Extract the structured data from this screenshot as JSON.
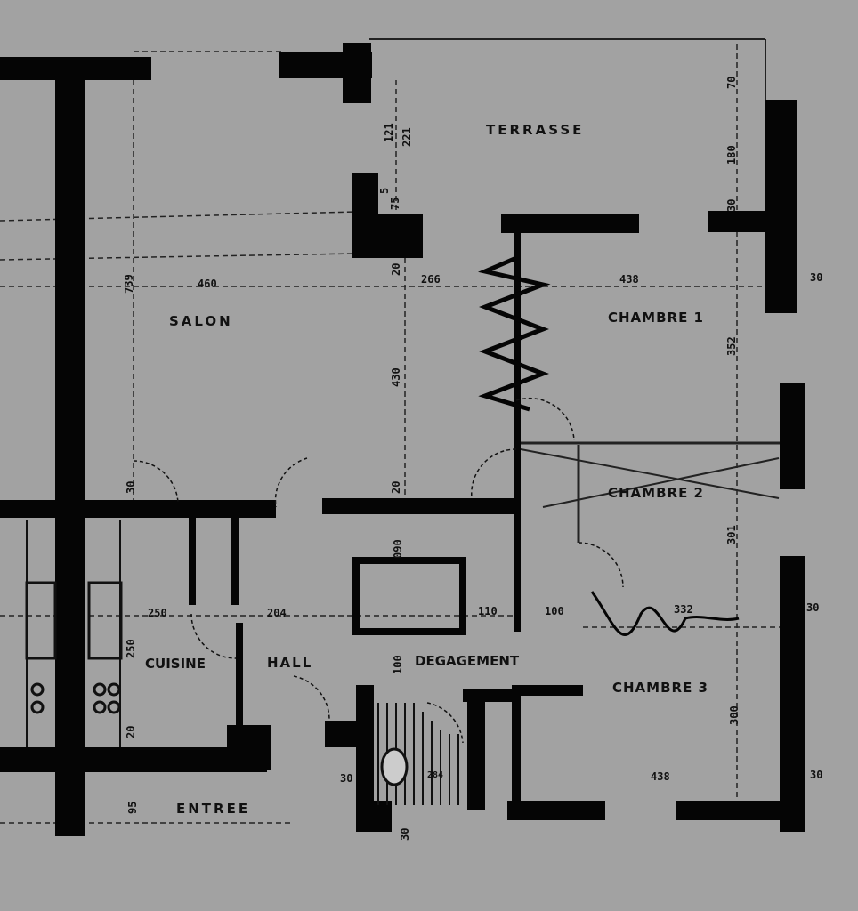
{
  "rooms": {
    "terrasse": "TERRASSE",
    "salon": "SALON",
    "chambre1": "CHAMBRE 1",
    "chambre2": "CHAMBRE 2",
    "chambre3": "CHAMBRE 3",
    "cuisine": "CUISINE",
    "hall": "HALL",
    "degagement": "DEGAGEMENT",
    "entree": "ENTREE"
  },
  "dimensions": {
    "salon_width": "460",
    "salon_height_left": "739",
    "salon_height": "430",
    "passage": "266",
    "chambre1_width": "438",
    "chambre1_height": "352",
    "terrasse_a": "70",
    "terrasse_b": "180",
    "terrasse_c": "30",
    "step_a": "121",
    "step_b": "221",
    "step_c": "5",
    "step_d": "75",
    "wall_a": "20",
    "wall_b": "20",
    "wall_c": "30",
    "right_wall_1": "30",
    "right_wall_2": "30",
    "right_wall_3": "30",
    "chambre2_height": "301",
    "chambre3_width": "332",
    "chambre3_height": "300",
    "chambre3_bottom": "438",
    "deg_a": "100",
    "deg_b": "110",
    "deg_c": "100",
    "deg_d": "090",
    "hall_width": "204",
    "cuisine_width": "250",
    "cuisine_height": "250",
    "cuisine_b": "20",
    "entree_a": "95",
    "entree_wall": "30",
    "bottom_30": "30",
    "sdb_label": "284"
  }
}
